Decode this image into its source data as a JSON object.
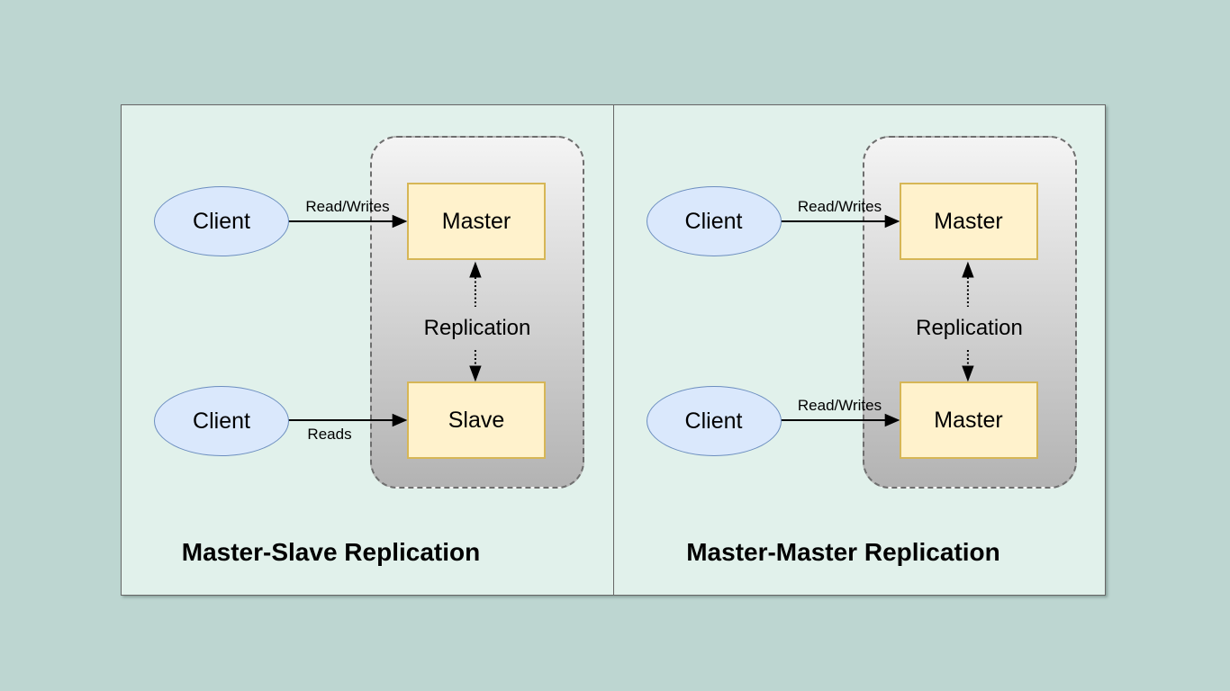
{
  "colors": {
    "page_background": "#bdd6d1",
    "panel_background": "#e1f1eb",
    "panel_border": "#666666",
    "client_fill": "#dae8fc",
    "client_stroke": "#6c8ebf",
    "node_fill": "#fff2cc",
    "node_stroke": "#d6b656",
    "group_fill_top": "#f4f4f4",
    "group_fill_bottom": "#b3b3b3",
    "group_border": "#6e6e6e",
    "arrow_color": "#000000",
    "text_color": "#000000"
  },
  "diagram": {
    "panels": [
      {
        "title": "Master-Slave Replication",
        "clients": [
          {
            "label": "Client",
            "edge_label": "Read/Writes"
          },
          {
            "label": "Client",
            "edge_label": "Reads"
          }
        ],
        "nodes": [
          {
            "label": "Master"
          },
          {
            "label": "Slave"
          }
        ],
        "replication_label": "Replication"
      },
      {
        "title": "Master-Master Replication",
        "clients": [
          {
            "label": "Client",
            "edge_label": "Read/Writes"
          },
          {
            "label": "Client",
            "edge_label": "Read/Writes"
          }
        ],
        "nodes": [
          {
            "label": "Master"
          },
          {
            "label": "Master"
          }
        ],
        "replication_label": "Replication"
      }
    ]
  }
}
